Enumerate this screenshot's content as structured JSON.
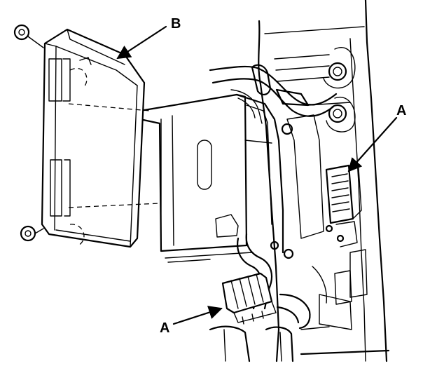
{
  "callouts": {
    "unit_label": "B",
    "connector_label_upper": "A",
    "connector_label_lower": "A"
  },
  "colors": {
    "ink": "#000000",
    "paper": "#ffffff"
  }
}
